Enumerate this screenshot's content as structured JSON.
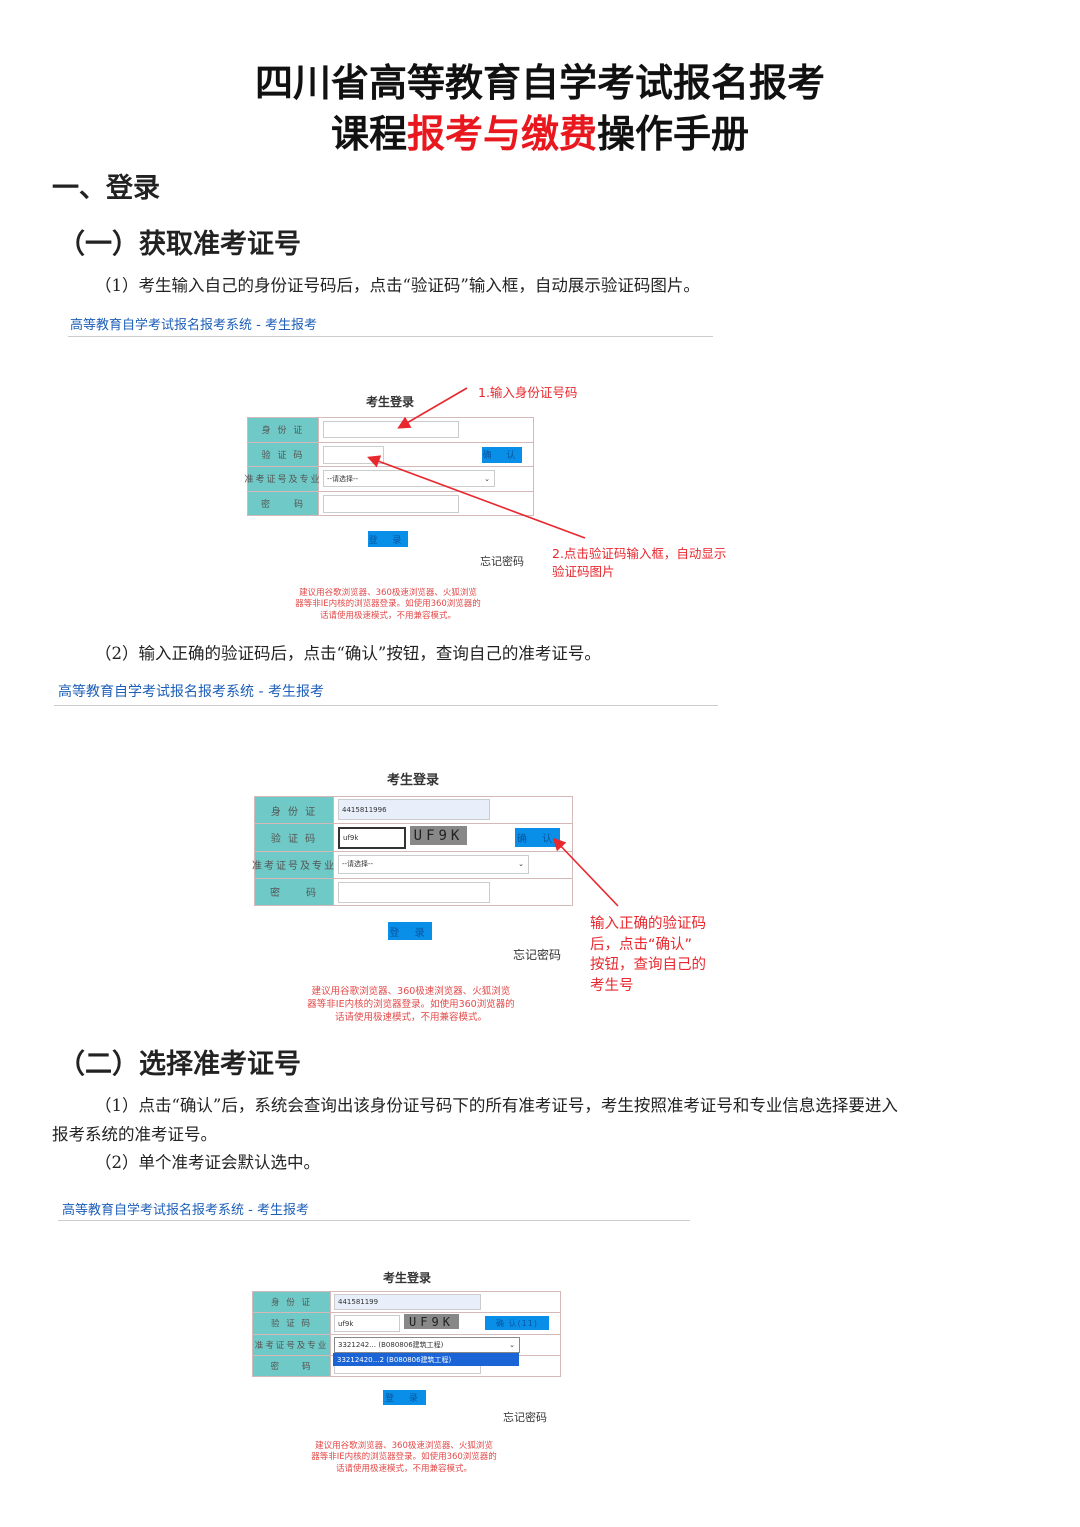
{
  "title": {
    "line1": "四川省高等教育自学考试报名报考",
    "line2_pre": "课程",
    "line2_red": "报考与缴费",
    "line2_post": "操作手册"
  },
  "section1": {
    "heading": "一、登录",
    "sub1": "（一）获取准考证号",
    "p1": "（1）考生输入自己的身份证号码后，点击“验证码”输入框，自动展示验证码图片。",
    "p2": "（2）输入正确的验证码后，点击“确认”按钮，查询自己的准考证号。"
  },
  "section2": {
    "sub2": "（二）选择准考证号",
    "p1a": "（1）点击“确认”后，系统会查询出该身份证号码下的所有准考证号，考生按照准考证号和专业信息选择要进入",
    "p1b": "报考系统的准考证号。",
    "p2": "（2）单个准考证会默认选中。"
  },
  "form": {
    "system_header": "高等教育自学考试报名报考系统 - 考生报考",
    "title": "考生登录",
    "label_id": "身 份 证",
    "label_captcha": "验 证 码",
    "label_exam": "准考证号及专业",
    "label_password": "密　　码",
    "select_placeholder": "--请选择--",
    "confirm": "确 认",
    "login": "登 录",
    "forgot": "忘记密码",
    "notes": [
      "建议用谷歌浏览器、360极速浏览器、火狐浏览",
      "器等非IE内核的浏览器登录。如使用360浏览器的",
      "话请使用极速模式，不用兼容模式。"
    ]
  },
  "shot1": {
    "ann1": "1.输入身份证号码",
    "ann2a": "2.点击验证码输入框，自动显示",
    "ann2b": "验证码图片"
  },
  "shot2": {
    "id_value": "4415811996",
    "captcha_value": "uf9k",
    "captcha_image": "UF9K",
    "ann": [
      "输入正确的验证码",
      "后，点击“确认”",
      "按钮，查询自己的",
      "考生号"
    ]
  },
  "shot3": {
    "id_value": "441581199",
    "captcha_value": "uf9k",
    "captcha_image": "UF9K",
    "confirm": "确 认(11)",
    "selected": "3321242… (B080806建筑工程)",
    "option": "33212420…2 (B080806建筑工程)"
  },
  "colors": {
    "accent_red": "#e8181e",
    "label_bg": "#6fc9c6",
    "button_blue": "#0a8fe8",
    "link_blue": "#1d5fb8"
  }
}
